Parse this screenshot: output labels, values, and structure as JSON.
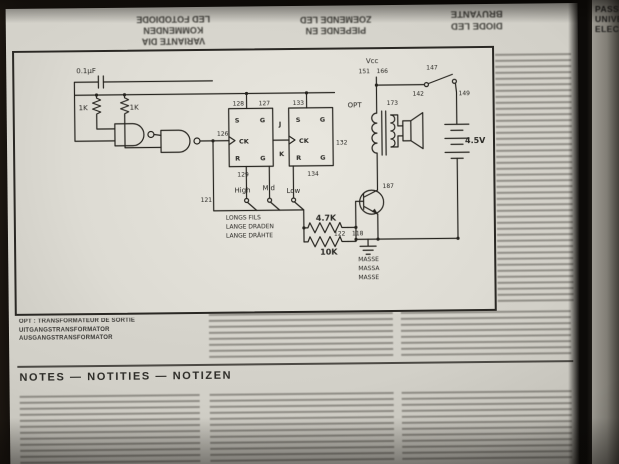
{
  "photo": {
    "adjacent_page_lines": [
      "PASS",
      "UNIVE",
      "ELEC"
    ]
  },
  "page": {
    "top_headers": {
      "left": [
        "VARIANTE DIA",
        "KOMMENDEN",
        "LED FOTODIODE"
      ],
      "middle": [
        "PIEPENDE EN",
        "ZOEMENDE LED"
      ],
      "right": [
        "DIODE LED",
        "BRUYANTE"
      ]
    },
    "caption": [
      "OPT : TRANSFORMATEUR DE SORTIE",
      "UITGANGSTRANSFORMATOR",
      "AUSGANGSTRANSFORMATOR"
    ],
    "notes_heading": "NOTES — NOTITIES — NOTIZEN"
  },
  "schematic": {
    "labels": {
      "cap": "0.1µF",
      "r1": "1K",
      "r2": "1K",
      "r3": "4.7K",
      "r4": "10K",
      "vcc": "Vcc",
      "opt": "OPT",
      "battery": "4.5V",
      "high": "High",
      "mid": "Mid",
      "low": "Low",
      "wires1": "LONGS FILS",
      "wires2": "LANGE DRADEN",
      "wires3": "LANGE DRÄHTE",
      "gnd1": "MASSE",
      "gnd2": "MASSA",
      "gnd3": "MASSE"
    },
    "ff": {
      "s": "S",
      "g": "G",
      "ck": "CK",
      "r": "R",
      "j": "J",
      "k": "K"
    },
    "pins": {
      "p118": "118",
      "p121": "121",
      "p122": "122",
      "p126": "126",
      "p127": "127",
      "p128": "128",
      "p129": "129",
      "p132": "132",
      "p133": "133",
      "p134": "134",
      "p142": "142",
      "p147": "147",
      "p149": "149",
      "p151": "151",
      "p166": "166",
      "p173": "173",
      "p187": "187"
    }
  },
  "colors": {
    "page": "#d6d4cc",
    "ink": "#26241f"
  }
}
